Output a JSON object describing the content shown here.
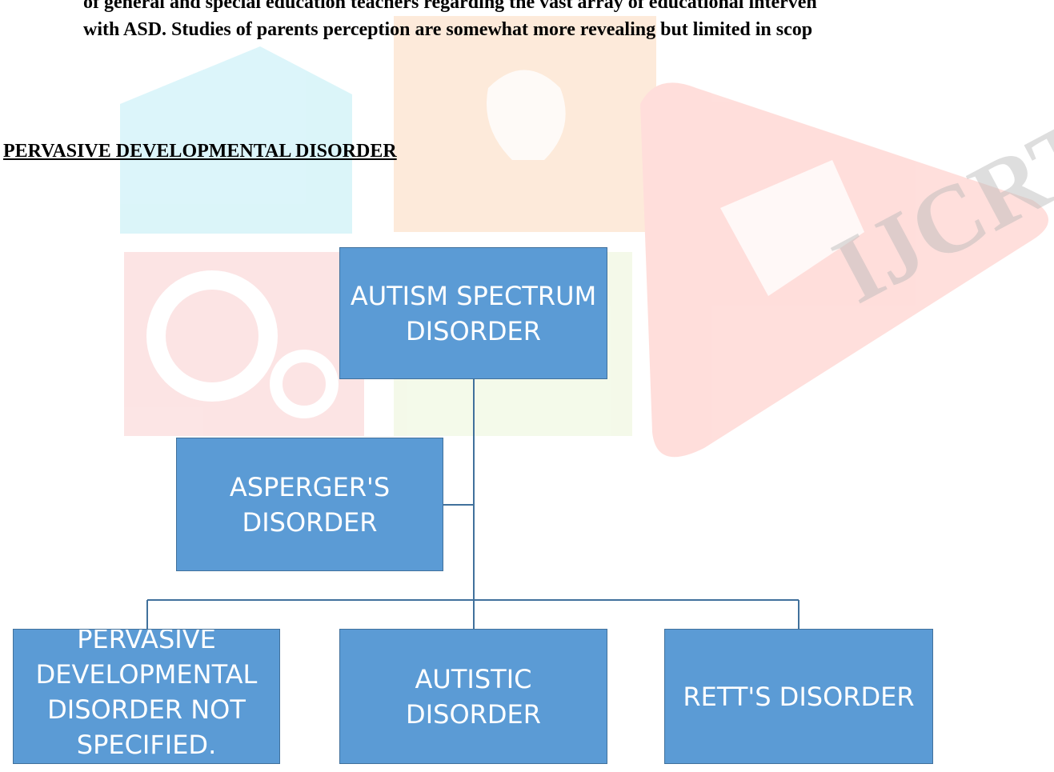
{
  "document": {
    "body_lines": [
      "of general and special education teachers regarding the vast array of educational interven",
      "with ASD. Studies of parents perception are somewhat more revealing but limited in scop"
    ],
    "heading": "PERVASIVE DEVELOPMENTAL DISORDER",
    "watermark_text": "IJCRT"
  },
  "diagram": {
    "root": "AUTISM SPECTRUM DISORDER",
    "side_child": "ASPERGER'S DISORDER",
    "children": [
      "PERVASIVE DEVELOPMENTAL DISORDER NOT SPECIFIED.",
      "AUTISTIC DISORDER",
      "RETT'S DISORDER"
    ]
  },
  "colors": {
    "node_fill": "#5b9bd5",
    "node_text": "#ffffff",
    "connector": "#41719c"
  }
}
